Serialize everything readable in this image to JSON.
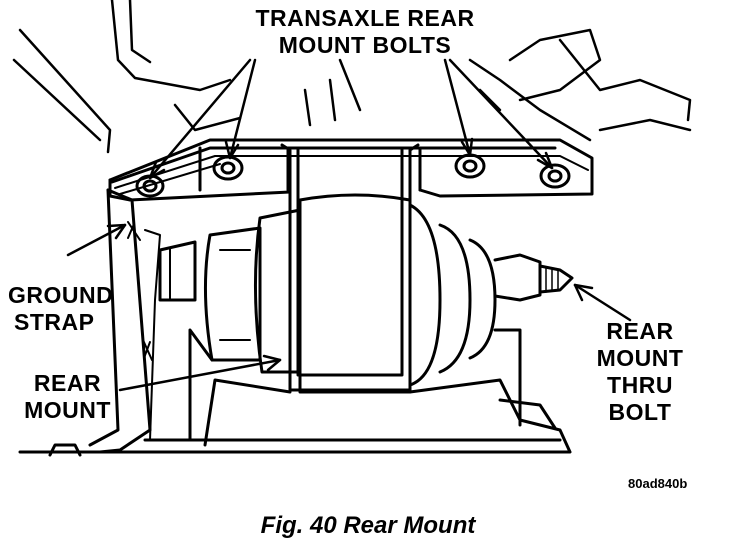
{
  "labels": {
    "transaxle_bolts_line1": "TRANSAXLE REAR",
    "transaxle_bolts_line2": "MOUNT BOLTS",
    "ground_strap_line1": "GROUND",
    "ground_strap_line2": "STRAP",
    "rear_mount_line1": "REAR",
    "rear_mount_line2": "MOUNT",
    "thru_bolt_line1": "REAR",
    "thru_bolt_line2": "MOUNT",
    "thru_bolt_line3": "THRU",
    "thru_bolt_line4": "BOLT"
  },
  "figure_code": "80ad840b",
  "caption": "Fig. 40 Rear Mount"
}
